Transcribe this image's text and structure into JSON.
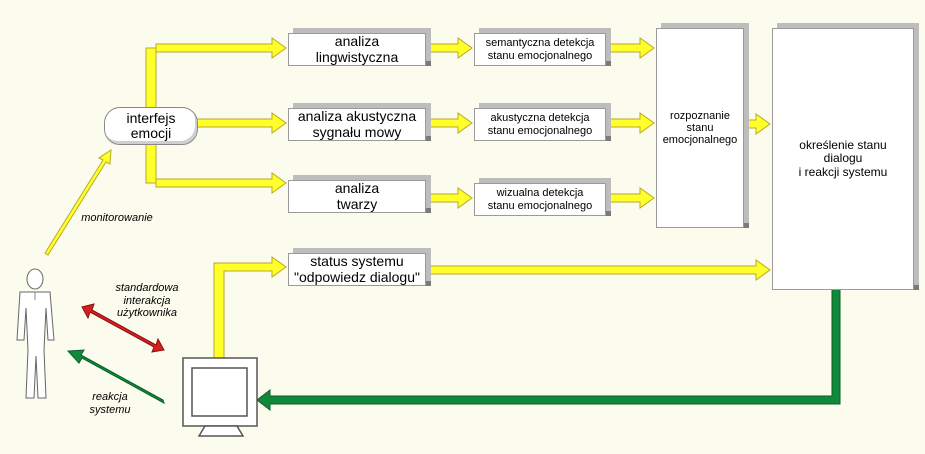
{
  "colors": {
    "flow": "#ffff2a",
    "flow_edge": "#b9a82a",
    "feedback": "#0f8a3a",
    "interaction": "#d81f1f",
    "background": "#fbfcee"
  },
  "nodes": {
    "interfejs": "interfejs\nemocji",
    "analiza_ling": "analiza\nlingwistyczna",
    "analiza_akust": "analiza akustyczna\nsygnału mowy",
    "analiza_twarzy": "analiza\ntwarzy",
    "status": "status systemu\n\"odpowiedz dialogu\"",
    "det_sem": "semantyczna detekcja\nstanu emocjonalnego",
    "det_akust": "akustyczna detekcja\nstanu emocjonalnego",
    "det_wiz": "wizualna detekcja\nstanu emocjonalnego",
    "rozpoznanie": "rozpoznanie\nstanu\nemocjonalnego",
    "okreslenie": "określenie stanu\ndialogu\ni reakcji systemu"
  },
  "labels": {
    "monitorowanie": "monitorowanie",
    "interakcja": "standardowa\ninterakcja\nużytkownika",
    "reakcja": "reakcja\nsystemu"
  },
  "icons": {
    "user": "user-figure-icon",
    "monitor": "monitor-icon"
  }
}
